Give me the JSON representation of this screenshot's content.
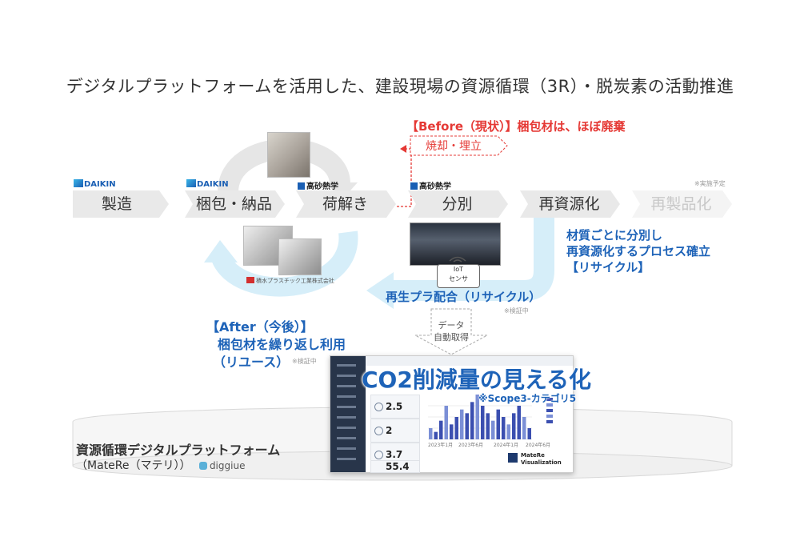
{
  "title": "デジタルプラットフォームを活用した、建設現場の資源循環（3R）・脱炭素の活動推進",
  "before": {
    "heading": "【Before（現状）】梱包材は、ほぼ廃棄",
    "box": "焼却・埋立"
  },
  "steps": [
    {
      "label": "製造",
      "logo": "DAIKIN"
    },
    {
      "label": "梱包・納品",
      "logo": "DAIKIN"
    },
    {
      "label": "荷解き",
      "logo": "高砂熱学"
    },
    {
      "label": "分別",
      "logo": "高砂熱学"
    },
    {
      "label": "再資源化",
      "logo": ""
    },
    {
      "label": "再製品化",
      "logo": ""
    }
  ],
  "planned_note": "※実施予定",
  "company_note": "積水プラスチック工業株式会社",
  "recycle_desc": [
    "材質ごとに分別し",
    "再資源化するプロセス確立",
    "【リサイクル】"
  ],
  "iot": {
    "line1": "IoT",
    "line2": "センサ"
  },
  "recycle_mix": "再生プラ配合（リサイクル）",
  "verifying": "※検証中",
  "after": {
    "heading": "【After（今後）】",
    "line1": "梱包材を繰り返し利用",
    "line2": "（リユース）",
    "note": "※検証中"
  },
  "data_note": {
    "line1": "データ",
    "line2": "自動取得"
  },
  "co2": {
    "title": "CO2削減量の見える化",
    "sub": "※Scope3-カテゴリ5",
    "stats": [
      "2.5",
      "2",
      "3.7",
      "55.4"
    ],
    "axis": [
      "2023年1月",
      "2023年6月",
      "2024年1月",
      "2024年6月"
    ],
    "brand": {
      "line1": "MateRe",
      "line2": "Visualization"
    }
  },
  "platform": {
    "line1": "資源循環デジタルプラットフォーム",
    "line2": "（MateRe（マテリ））",
    "brand": "diggiue"
  },
  "colors": {
    "red": "#e53935",
    "blue": "#1e63b8",
    "arrow": "#cfeaf7",
    "chevron": "#e8e8e8"
  },
  "chart_data": {
    "type": "bar",
    "x": [
      "2023年1月",
      "2023年6月",
      "2024年1月",
      "2024年6月"
    ],
    "values": [
      3,
      2,
      5,
      9,
      4,
      6,
      8,
      7,
      10,
      12,
      9,
      7,
      5,
      8,
      6,
      4,
      7,
      9,
      6,
      3
    ]
  }
}
